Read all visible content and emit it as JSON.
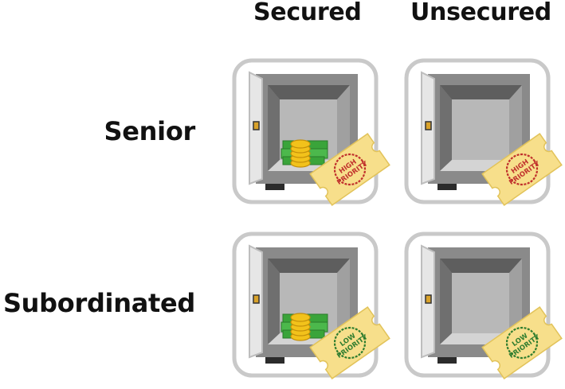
{
  "columns": [
    "Secured",
    "Unsecured"
  ],
  "rows": [
    "Senior",
    "Subordinated"
  ],
  "cells": [
    {
      "row": "Senior",
      "column": "Secured",
      "has_money": true,
      "ticket_line1": "HIGH",
      "ticket_line2": "PRIORITY",
      "stamp_color": "#c0302c"
    },
    {
      "row": "Senior",
      "column": "Unsecured",
      "has_money": false,
      "ticket_line1": "HIGH",
      "ticket_line2": "PRIORITY",
      "stamp_color": "#c0302c"
    },
    {
      "row": "Subordinated",
      "column": "Secured",
      "has_money": true,
      "ticket_line1": "LOW",
      "ticket_line2": "PRIORITY",
      "stamp_color": "#2f7d2f"
    },
    {
      "row": "Subordinated",
      "column": "Unsecured",
      "has_money": false,
      "ticket_line1": "LOW",
      "ticket_line2": "PRIORITY",
      "stamp_color": "#2f7d2f"
    }
  ],
  "colors": {
    "safe_frame": "#c9c9c9",
    "safe_body": "#8a8a8a",
    "safe_inner": "#b8b8b8",
    "ticket": "#f7df8b",
    "coin": "#f2c21b",
    "bill": "#3aa43a"
  }
}
